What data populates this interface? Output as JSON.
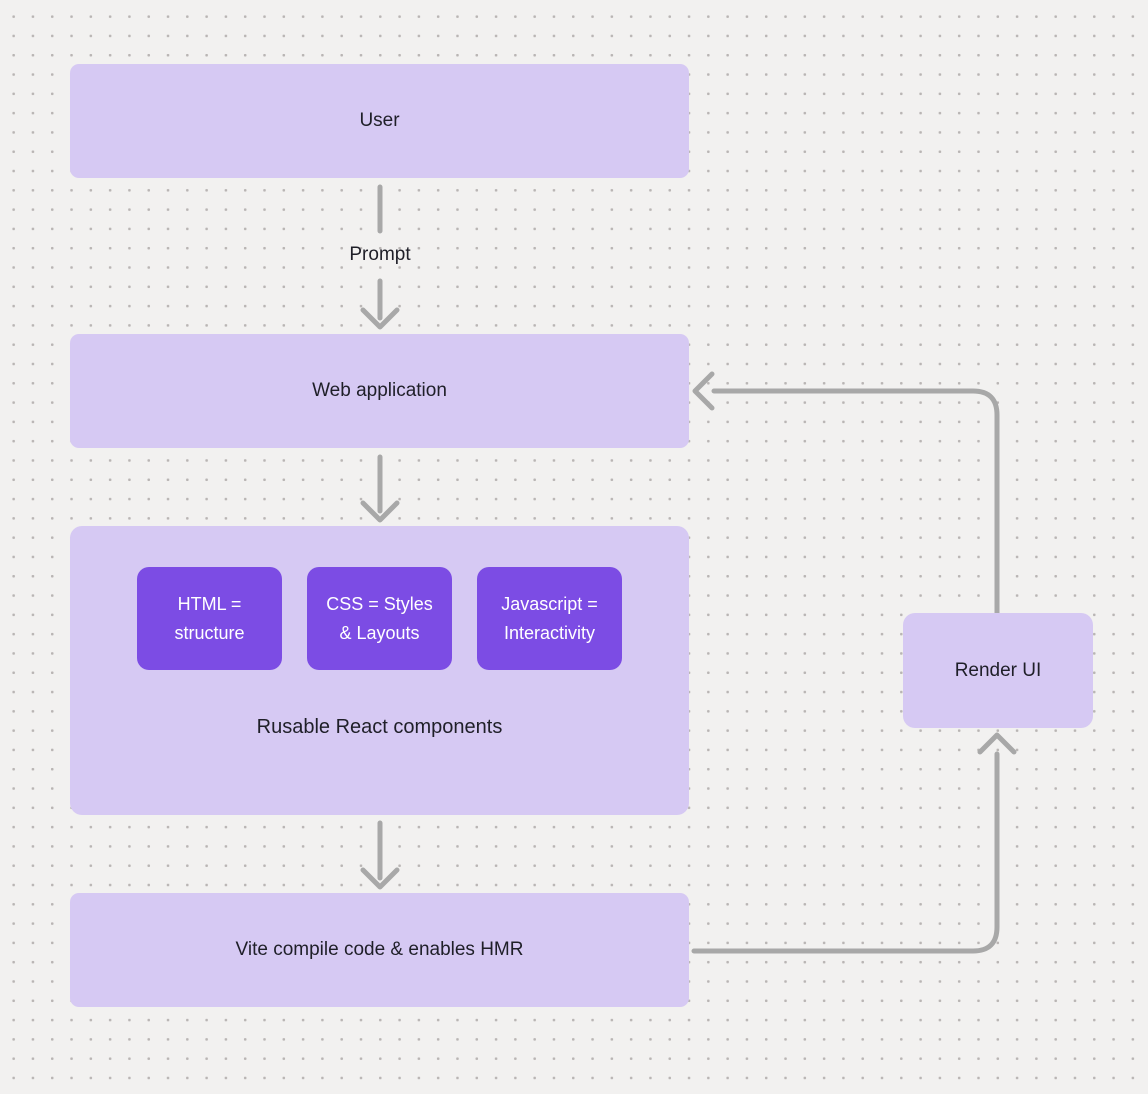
{
  "diagram": {
    "nodes": {
      "user": {
        "label": "User"
      },
      "web_application": {
        "label": "Web application"
      },
      "components_group": {
        "cards": [
          {
            "line1": "HTML =",
            "line2": "structure"
          },
          {
            "line1": "CSS = Styles",
            "line2": "& Layouts"
          },
          {
            "line1": "Javascript =",
            "line2": "Interactivity"
          }
        ],
        "caption": "Rusable React components"
      },
      "vite": {
        "label": "Vite compile code & enables HMR"
      },
      "render_ui": {
        "label": "Render UI"
      }
    },
    "edges": {
      "prompt_label": "Prompt"
    },
    "colors": {
      "background": "#f2f1f0",
      "dot": "#b9b5b4",
      "node_fill": "#d6c9f3",
      "card_fill": "#7c4ce4",
      "card_text": "#ffffff",
      "arrow": "#a8a8a8",
      "text": "#1f1f28"
    }
  }
}
